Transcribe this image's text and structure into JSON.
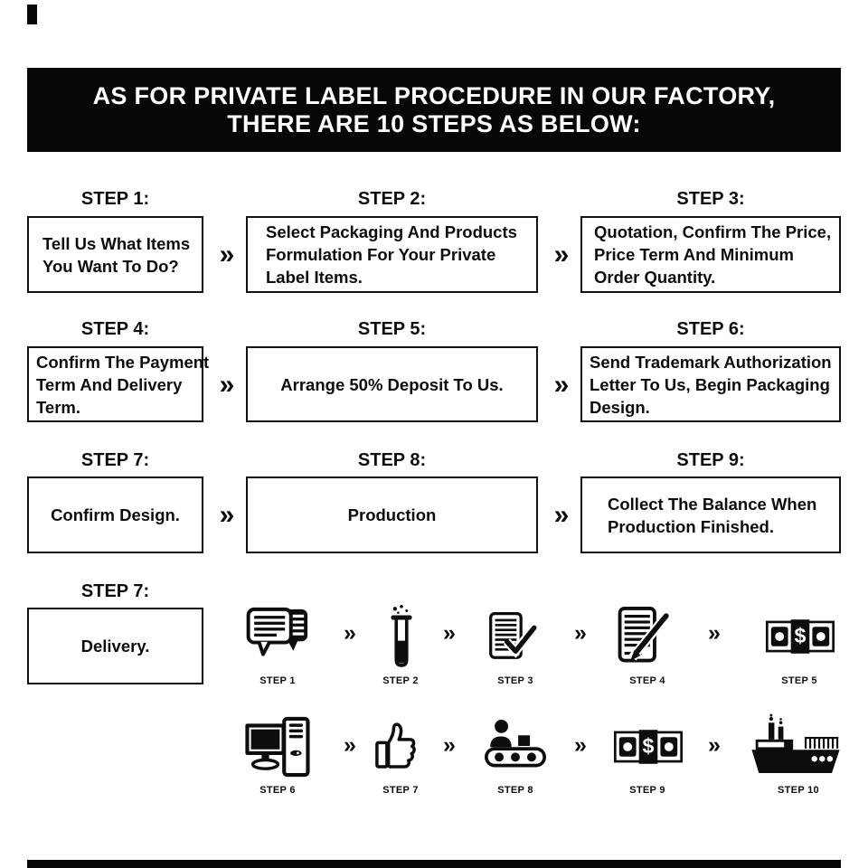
{
  "banner": {
    "line1": "AS FOR PRIVATE LABEL PROCEDURE IN OUR FACTORY,",
    "line2": "THERE ARE 10 STEPS AS BELOW:"
  },
  "arrow": {
    "glyph": "»"
  },
  "steps": [
    {
      "heading": "STEP 1:",
      "lines": [
        "Tell Us What Items",
        "You Want To Do?"
      ]
    },
    {
      "heading": "STEP 2:",
      "lines": [
        "Select Packaging And Products",
        "Formulation For Your Private",
        "Label Items."
      ]
    },
    {
      "heading": "STEP 3:",
      "lines": [
        "Quotation, Confirm The Price,",
        "Price Term And Minimum",
        "Order Quantity."
      ]
    },
    {
      "heading": "STEP 4:",
      "lines": [
        "Confirm The Payment",
        "Term And Delivery",
        "Term."
      ]
    },
    {
      "heading": "STEP 5:",
      "lines": [
        "Arrange 50% Deposit To Us."
      ]
    },
    {
      "heading": "STEP 6:",
      "lines": [
        "Send Trademark Authorization",
        "Letter To Us, Begin  Packaging",
        "Design."
      ]
    },
    {
      "heading": "STEP 7:",
      "lines": [
        "Confirm Design."
      ]
    },
    {
      "heading": "STEP 8:",
      "lines": [
        "Production"
      ]
    },
    {
      "heading": "STEP 9:",
      "lines": [
        "Collect The Balance When",
        "Production Finished."
      ]
    },
    {
      "heading": "STEP 7:",
      "lines": [
        "Delivery."
      ]
    }
  ],
  "icon_steps": [
    {
      "label": "STEP 1",
      "icon": "chat-icon"
    },
    {
      "label": "STEP 2",
      "icon": "test-tube-icon"
    },
    {
      "label": "STEP 3",
      "icon": "document-check-icon"
    },
    {
      "label": "STEP 4",
      "icon": "document-pencil-icon"
    },
    {
      "label": "STEP 5",
      "icon": "money-icon"
    },
    {
      "label": "STEP 6",
      "icon": "computer-icon"
    },
    {
      "label": "STEP 7",
      "icon": "thumbs-up-icon"
    },
    {
      "label": "STEP 8",
      "icon": "production-line-icon"
    },
    {
      "label": "STEP 9",
      "icon": "money-icon"
    },
    {
      "label": "STEP 10",
      "icon": "ship-icon"
    }
  ],
  "colors": {
    "ink": "#0d0d0d",
    "background": "#ffffff",
    "banner_bg": "#070707",
    "banner_text": "#ffffff"
  }
}
